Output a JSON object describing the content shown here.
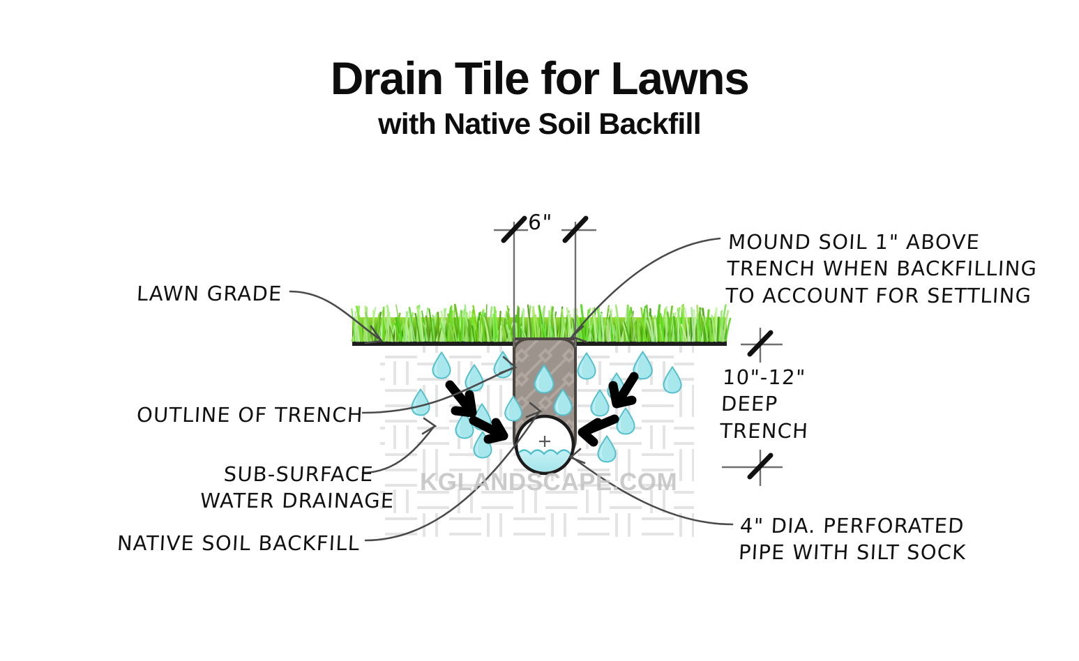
{
  "title": {
    "main": "Drain Tile for Lawns",
    "sub": "with Native Soil Backfill"
  },
  "watermark": "KGLANDSCAPE.COM",
  "dimensions": {
    "trench_width": "6\"",
    "trench_depth": "10\"-12\"\nDEEP\nTRENCH"
  },
  "callouts": {
    "lawn_grade": "LAWN GRADE",
    "outline_of_trench": "OUTLINE OF TRENCH",
    "sub_surface_drainage": "SUB-SURFACE\nWATER DRAINAGE",
    "native_soil_backfill": "NATIVE SOIL BACKFILL",
    "mound_soil": "MOUND SOIL 1\" ABOVE\nTRENCH WHEN BACKFILLING\nTO ACCOUNT FOR SETTLING",
    "perforated_pipe": "4\" DIA. PERFORATED\nPIPE WITH SILT SOCK"
  },
  "colors": {
    "text": "#111111",
    "trench_fill": "#9c938c",
    "trench_hatch": "#b3aaa3",
    "soil_hatch": "#e6e6e6",
    "water": "#a8e8ed",
    "water_stroke": "#5bc3ce",
    "grass_dark": "#2f7a16",
    "grass_light": "#7ed321",
    "arrow": "#000000",
    "leader": "#4a4a4a",
    "watermark": "#c3c3c3"
  },
  "elements": {
    "grass_band": "grass-turf-band",
    "trench_column": "trench-cross-section",
    "pipe": "perforated-drain-pipe",
    "droplets": "water-droplets",
    "arrows": "water-flow-arrows"
  }
}
